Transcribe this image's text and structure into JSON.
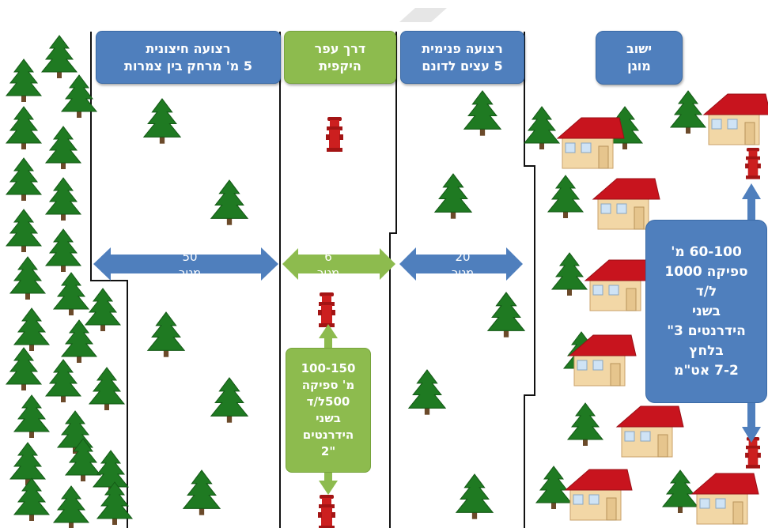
{
  "zones": {
    "outer_zone": {
      "title": "רצועה חיצונית",
      "subtitle": "5 מ' מרחק בין צמרות"
    },
    "dirt_road": {
      "title": "דרך עפר",
      "subtitle": "היקפית"
    },
    "inner_zone": {
      "title": "רצועה פנימית",
      "subtitle": "5 עצים לדונם"
    },
    "settlement": {
      "title": "ישוב",
      "subtitle": "מוגן"
    }
  },
  "widths": {
    "outer": {
      "value": "50",
      "unit": "מטר"
    },
    "road": {
      "value": "6",
      "unit": "מטר"
    },
    "inner": {
      "value": "20",
      "unit": "מטר"
    }
  },
  "road_hydrants": {
    "lines": [
      "100-150",
      "מ' ספיקה",
      "500ל/ד",
      "בשני",
      "הידרנטים",
      "\"2"
    ]
  },
  "settlement_hydrants": {
    "lines": [
      "60-100 מ'",
      "ספיקה 1000",
      "ל/ד",
      "בשני",
      "הידרנטים 3\"",
      "בלחץ",
      "7-2 אט\"מ"
    ]
  },
  "colors": {
    "blue_box": "#4f7fbd",
    "green_box": "#8dbb4e",
    "tree": "#1f7a22",
    "hydrant": "#cc1f1f",
    "roof": "#c8141e",
    "house_wall": "#f2d7a6"
  },
  "icons": [
    "tree-icon",
    "hydrant-icon",
    "house-icon"
  ]
}
